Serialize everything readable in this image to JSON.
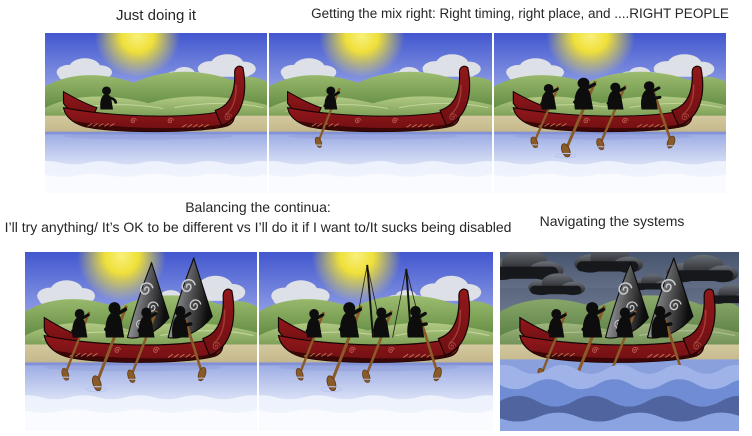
{
  "captions": {
    "top_left": "Just doing it",
    "top_right": "Getting the mix right: Right timing, right place, and ....RIGHT PEOPLE",
    "mid_line1": "Balancing the continua:",
    "mid_line2": "I’ll try anything/ It’s OK to be different vs I’ll do it if I want to/It sucks being disabled",
    "bottom_right": "Navigating the systems"
  },
  "scenes": [
    {
      "id": "scene-1",
      "label": "waka-one-person-sitting",
      "weather": "sunny",
      "sails": "none",
      "crew": 1,
      "paddling": false
    },
    {
      "id": "scene-2",
      "label": "waka-one-person-paddling",
      "weather": "sunny",
      "sails": "none",
      "crew": 1,
      "paddling": true
    },
    {
      "id": "scene-3",
      "label": "waka-four-paddlers",
      "weather": "sunny",
      "sails": "none",
      "crew": 4,
      "paddling": true
    },
    {
      "id": "scene-4",
      "label": "waka-four-paddlers-sails-up",
      "weather": "sunny",
      "sails": "up",
      "crew": 4,
      "paddling": true
    },
    {
      "id": "scene-5",
      "label": "waka-four-paddlers-masts-only",
      "weather": "sunny",
      "sails": "masts",
      "crew": 4,
      "paddling": true
    },
    {
      "id": "scene-6",
      "label": "waka-four-paddlers-sails-up-storm",
      "weather": "storm",
      "sails": "up",
      "crew": 4,
      "paddling": true
    }
  ],
  "palette": {
    "sky_top": "#4257cf",
    "sky_bottom": "#cfd8f6",
    "sun": "#efe03a",
    "cloud": "#dde0e7",
    "hill_light": "#9dbd70",
    "hill_dark": "#4e7a33",
    "land": "#c2b588",
    "water_top": "#9dade4",
    "water_bottom": "#eef2fc",
    "hull": "#6e0f12",
    "hull_top": "#93181b",
    "outline": "#150404",
    "figure": "#0d0d0d",
    "paddle": "#8a5a28",
    "sail_light": "#b9babd",
    "sail_dark": "#0d0d0d",
    "koru": "#c8cacd",
    "storm_sky_top": "#47556e",
    "storm_sky_bottom": "#9aa3b6",
    "storm_cloud_light": "#6a6f76",
    "storm_cloud_dark": "#17181b",
    "storm_water": "#8aa0dd",
    "wave1": "#9fb3e8",
    "wave2": "#6f8cd4",
    "wave3": "#50659f",
    "wave4": "#8ba3e0"
  }
}
